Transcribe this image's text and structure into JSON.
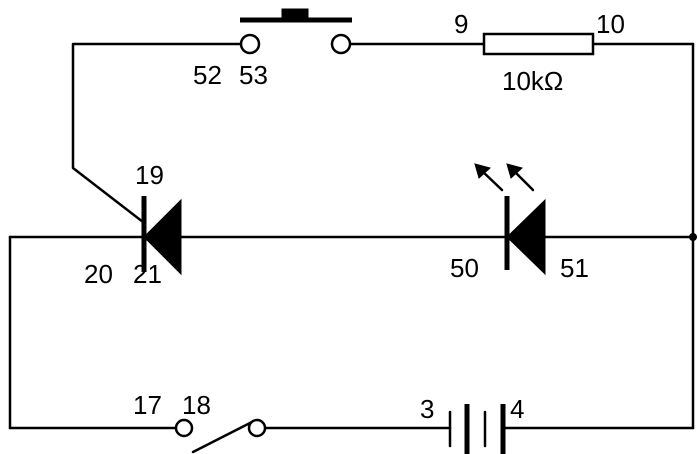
{
  "labels": {
    "n9": "9",
    "n10": "10",
    "resistor_value": "10kΩ",
    "n52": "52",
    "n53": "53",
    "n19": "19",
    "n20": "20",
    "n21": "21",
    "n50": "50",
    "n51": "51",
    "n17": "17",
    "n18": "18",
    "n3": "3",
    "n4": "4"
  }
}
